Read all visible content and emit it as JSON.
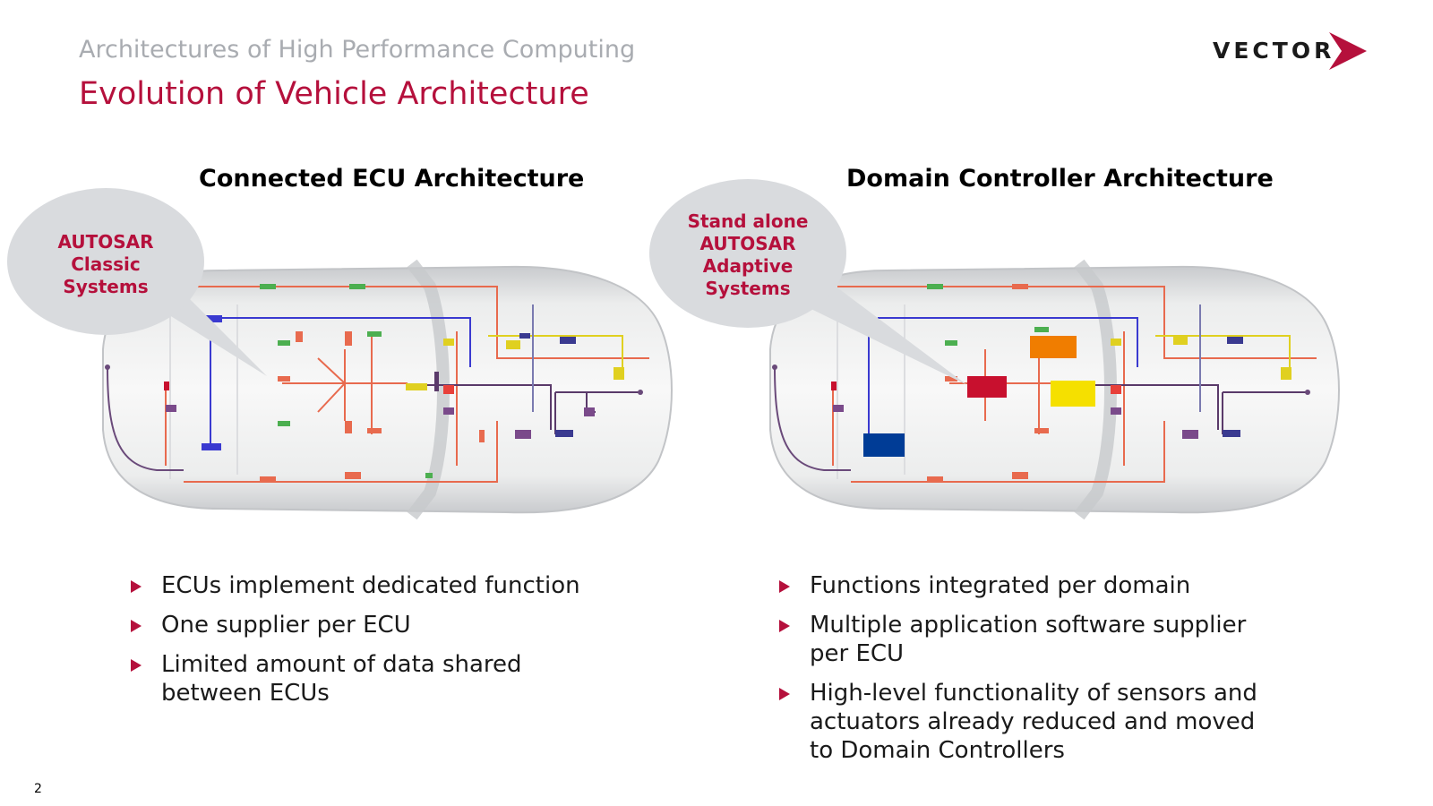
{
  "header": {
    "kicker": "Architectures of High Performance Computing",
    "title": "Evolution of Vehicle Architecture",
    "logo_text": "VECTOR"
  },
  "left": {
    "heading": "Connected ECU Architecture",
    "bubble": [
      "AUTOSAR",
      "Classic",
      "Systems"
    ],
    "bullets": [
      [
        "ECUs implement dedicated function"
      ],
      [
        "One supplier per ECU"
      ],
      [
        "Limited amount of data shared",
        "between ECUs"
      ]
    ]
  },
  "right": {
    "heading": "Domain Controller Architecture",
    "bubble": [
      "Stand alone",
      "AUTOSAR",
      "Adaptive",
      "Systems"
    ],
    "bullets": [
      [
        "Functions integrated per domain"
      ],
      [
        "Multiple application software supplier",
        "per ECU"
      ],
      [
        "High-level functionality of sensors and",
        "actuators already reduced and moved",
        "to Domain Controllers"
      ]
    ]
  },
  "page_number": "2",
  "colors": {
    "accent": "#b5103c",
    "kicker": "#a9acb1",
    "bubble": "#d9dbde",
    "domain_red": "#c8102e",
    "domain_orange": "#f07d00",
    "domain_yellow": "#f5e000",
    "domain_blue": "#003c96"
  }
}
